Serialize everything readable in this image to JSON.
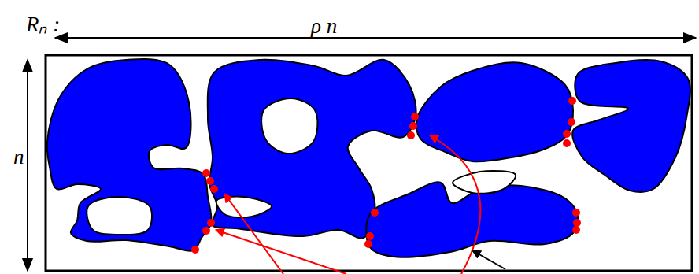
{
  "diagram": {
    "labels": [
      "Rₙ :",
      "ρ n",
      "n"
    ]
  }
}
